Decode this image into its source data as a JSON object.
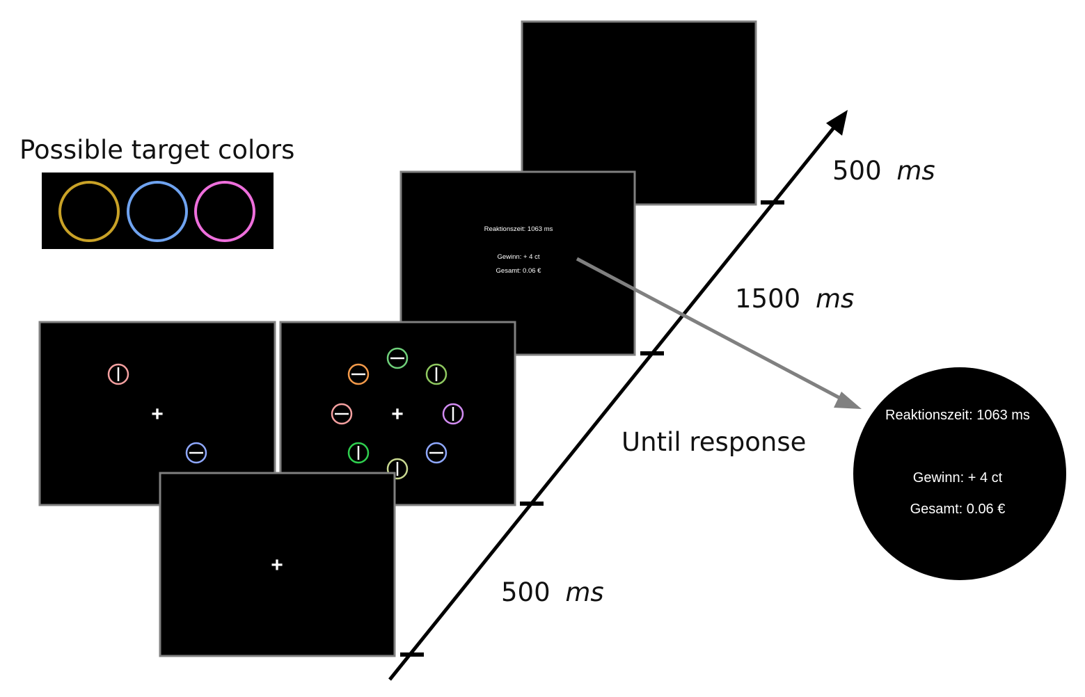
{
  "legend": {
    "title": "Possible target colors",
    "colors": [
      "#c9a227",
      "#6fa3f0",
      "#ee6fdc"
    ]
  },
  "timing": {
    "fixation": {
      "value": "500",
      "unit": "ms"
    },
    "search": {
      "label": "Until response"
    },
    "feedback": {
      "value": "1500",
      "unit": "ms"
    },
    "blank": {
      "value": "500",
      "unit": "ms"
    }
  },
  "fixation_symbol": "+",
  "feedback": {
    "reaction_time": "Reaktionszeit: 1063 ms",
    "gain": "Gewinn: + 4 ct",
    "total": "Gesamt: 0.06 €"
  },
  "search_display_left": {
    "items": [
      {
        "color": "#f4a0a0",
        "bar": "vertical"
      },
      {
        "color": "#8fa8ff",
        "bar": "horizontal"
      }
    ]
  },
  "search_display_right": {
    "items": [
      {
        "color": "#6fd07a",
        "bar": "horizontal"
      },
      {
        "color": "#8fc860",
        "bar": "vertical"
      },
      {
        "color": "#d28cf2",
        "bar": "vertical"
      },
      {
        "color": "#8fa8ff",
        "bar": "horizontal"
      },
      {
        "color": "#c8d890",
        "bar": "vertical"
      },
      {
        "color": "#2fcf4f",
        "bar": "vertical"
      },
      {
        "color": "#f4a0a0",
        "bar": "horizontal"
      },
      {
        "color": "#f39a4a",
        "bar": "horizontal"
      }
    ]
  }
}
